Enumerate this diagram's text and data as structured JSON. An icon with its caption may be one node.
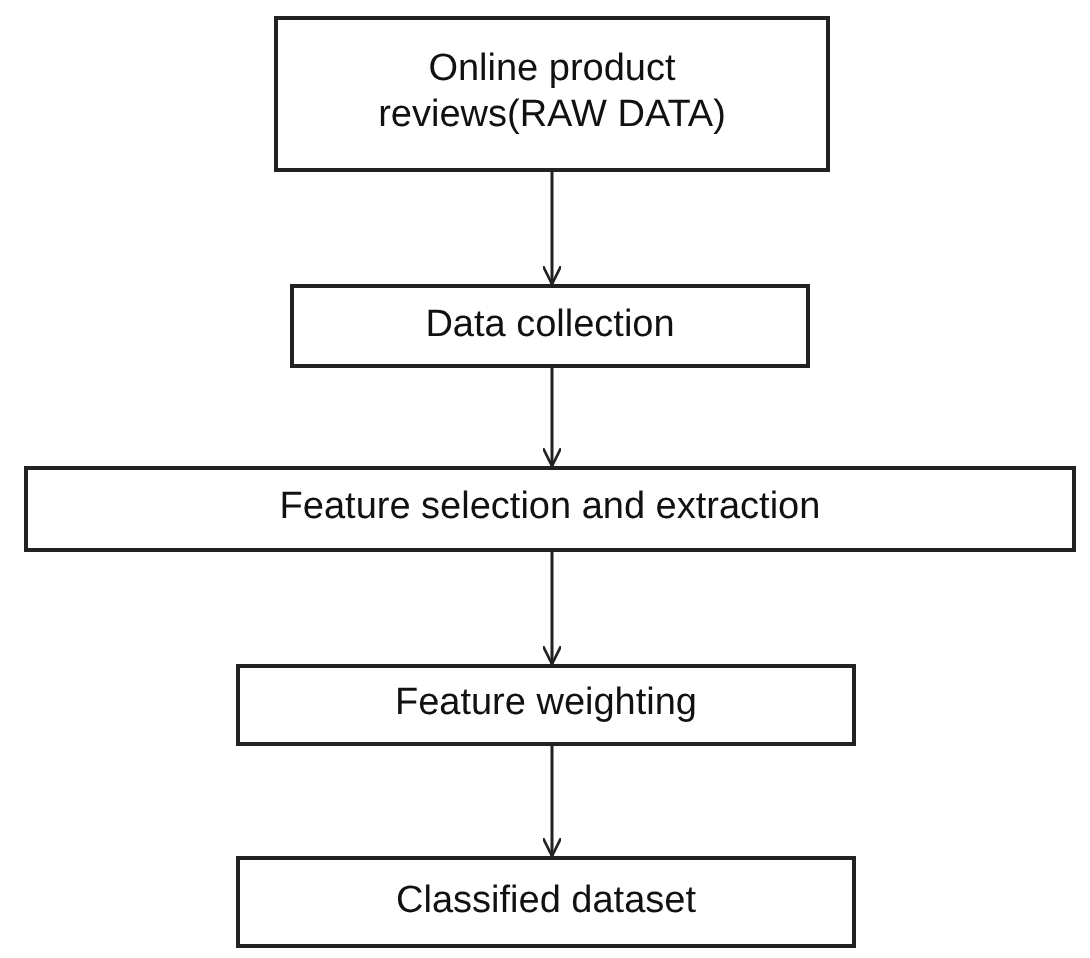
{
  "diagram": {
    "nodes": [
      {
        "text": [
          "Online product reviews(RAW DATA)"
        ]
      },
      {
        "text": [
          "Data collection"
        ]
      },
      {
        "text": [
          "Feature selection and extraction"
        ]
      },
      {
        "text": [
          "Feature weighting"
        ]
      },
      {
        "text": [
          "Classified dataset"
        ]
      }
    ],
    "edges": [
      {
        "from": 0,
        "to": 1,
        "arrow": "to"
      },
      {
        "from": 1,
        "to": 2,
        "arrow": "to"
      },
      {
        "from": 2,
        "to": 3,
        "arrow": "to"
      },
      {
        "from": 3,
        "to": 4,
        "arrow": "to"
      }
    ]
  }
}
